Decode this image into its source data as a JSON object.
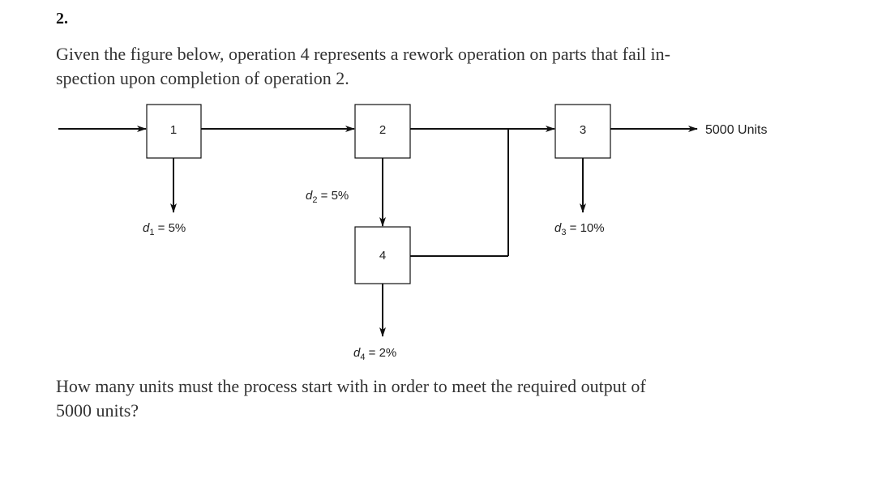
{
  "question_number": "2.",
  "intro_line1": "Given the figure below, operation 4 represents a rework operation on parts that fail in-",
  "intro_line2": "spection upon completion of operation 2.",
  "diagram": {
    "box1": "1",
    "box2": "2",
    "box3": "3",
    "box4": "4",
    "output_label": "5000 Units",
    "d1": {
      "var": "d",
      "sub": "1",
      "rest": " = 5%"
    },
    "d2": {
      "var": "d",
      "sub": "2",
      "rest": " = 5%"
    },
    "d3": {
      "var": "d",
      "sub": "3",
      "rest": " = 10%"
    },
    "d4": {
      "var": "d",
      "sub": "4",
      "rest": " = 2%"
    }
  },
  "question_line1": "How many units must the process start with in order to meet the required output of",
  "question_line2": "5000 units?"
}
